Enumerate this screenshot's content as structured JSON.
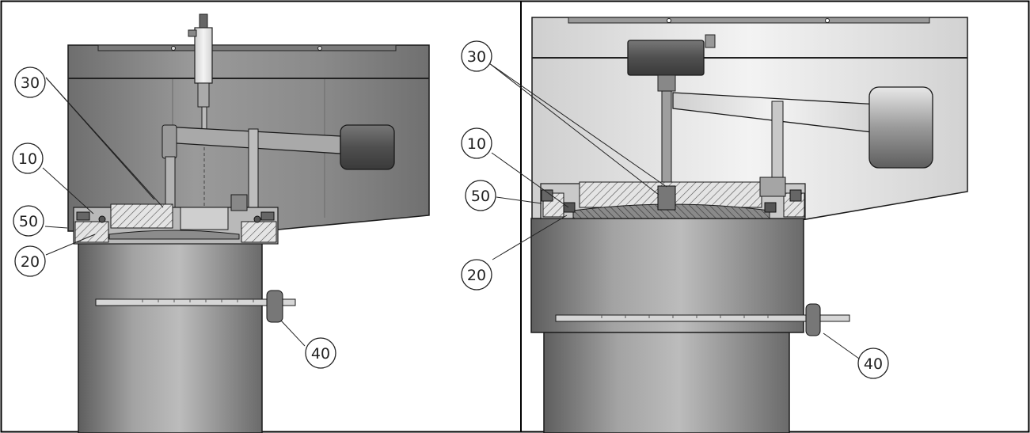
{
  "figures": [
    {
      "id": "left",
      "callouts": [
        {
          "id": "c30",
          "label": "30"
        },
        {
          "id": "c10",
          "label": "10"
        },
        {
          "id": "c50",
          "label": "50"
        },
        {
          "id": "c20",
          "label": "20"
        },
        {
          "id": "c40",
          "label": "40"
        }
      ]
    },
    {
      "id": "right",
      "callouts": [
        {
          "id": "c30",
          "label": "30"
        },
        {
          "id": "c10",
          "label": "10"
        },
        {
          "id": "c50",
          "label": "50"
        },
        {
          "id": "c20",
          "label": "20"
        },
        {
          "id": "c40",
          "label": "40"
        }
      ]
    }
  ],
  "colors": {
    "panel_dark": "#8a8a8a",
    "panel_light": "#d9d9d9",
    "metal_mid": "#9b9b9b",
    "line": "#1a1a1a",
    "hatch": "#555555"
  }
}
